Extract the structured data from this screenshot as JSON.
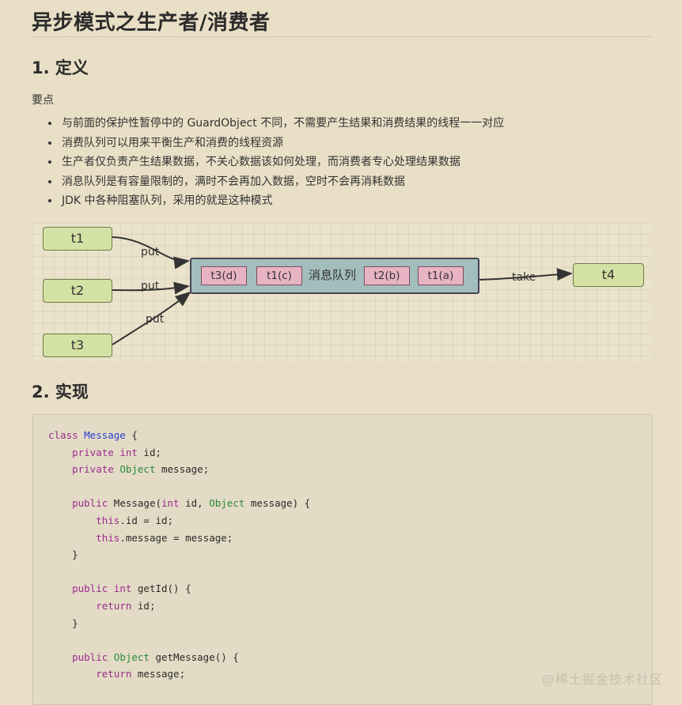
{
  "title": "异步模式之生产者/消费者",
  "section1": {
    "heading": "1. 定义",
    "label": "要点",
    "points": [
      "与前面的保护性暂停中的 GuardObject 不同，不需要产生结果和消费结果的线程一一对应",
      "消费队列可以用来平衡生产和消费的线程资源",
      "生产者仅负责产生结果数据，不关心数据该如何处理，而消费者专心处理结果数据",
      "消息队列是有容量限制的，满时不会再加入数据，空时不会再消耗数据",
      "JDK 中各种阻塞队列，采用的就是这种模式"
    ]
  },
  "diagram": {
    "producers": [
      "t1",
      "t2",
      "t3"
    ],
    "consumer": "t4",
    "queue_label": "消息队列",
    "queue_items": [
      "t3(d)",
      "t1(c)",
      "t2(b)",
      "t1(a)"
    ],
    "put_label": "put",
    "take_label": "take"
  },
  "section2": {
    "heading": "2. 实现"
  },
  "code": {
    "lines": [
      [
        {
          "t": "class ",
          "c": "kw"
        },
        {
          "t": "Message",
          "c": "cn"
        },
        {
          "t": " {",
          "c": ""
        }
      ],
      [
        {
          "t": "    ",
          "c": ""
        },
        {
          "t": "private",
          "c": "kw"
        },
        {
          "t": " ",
          "c": ""
        },
        {
          "t": "int",
          "c": "kw"
        },
        {
          "t": " id;",
          "c": ""
        }
      ],
      [
        {
          "t": "    ",
          "c": ""
        },
        {
          "t": "private",
          "c": "kw"
        },
        {
          "t": " ",
          "c": ""
        },
        {
          "t": "Object",
          "c": "ty"
        },
        {
          "t": " message;",
          "c": ""
        }
      ],
      [],
      [
        {
          "t": "    ",
          "c": ""
        },
        {
          "t": "public",
          "c": "kw"
        },
        {
          "t": " Message(",
          "c": ""
        },
        {
          "t": "int",
          "c": "kw"
        },
        {
          "t": " id, ",
          "c": ""
        },
        {
          "t": "Object",
          "c": "ty"
        },
        {
          "t": " message) {",
          "c": ""
        }
      ],
      [
        {
          "t": "        ",
          "c": ""
        },
        {
          "t": "this",
          "c": "kw"
        },
        {
          "t": ".id = id;",
          "c": ""
        }
      ],
      [
        {
          "t": "        ",
          "c": ""
        },
        {
          "t": "this",
          "c": "kw"
        },
        {
          "t": ".message = message;",
          "c": ""
        }
      ],
      [
        {
          "t": "    }",
          "c": ""
        }
      ],
      [],
      [
        {
          "t": "    ",
          "c": ""
        },
        {
          "t": "public",
          "c": "kw"
        },
        {
          "t": " ",
          "c": ""
        },
        {
          "t": "int",
          "c": "kw"
        },
        {
          "t": " getId() {",
          "c": ""
        }
      ],
      [
        {
          "t": "        ",
          "c": ""
        },
        {
          "t": "return",
          "c": "kw"
        },
        {
          "t": " id;",
          "c": ""
        }
      ],
      [
        {
          "t": "    }",
          "c": ""
        }
      ],
      [],
      [
        {
          "t": "    ",
          "c": ""
        },
        {
          "t": "public",
          "c": "kw"
        },
        {
          "t": " ",
          "c": ""
        },
        {
          "t": "Object",
          "c": "ty"
        },
        {
          "t": " getMessage() {",
          "c": ""
        }
      ],
      [
        {
          "t": "        ",
          "c": ""
        },
        {
          "t": "return",
          "c": "kw"
        },
        {
          "t": " message;",
          "c": ""
        }
      ]
    ]
  },
  "watermark": "@稀土掘金技术社区"
}
